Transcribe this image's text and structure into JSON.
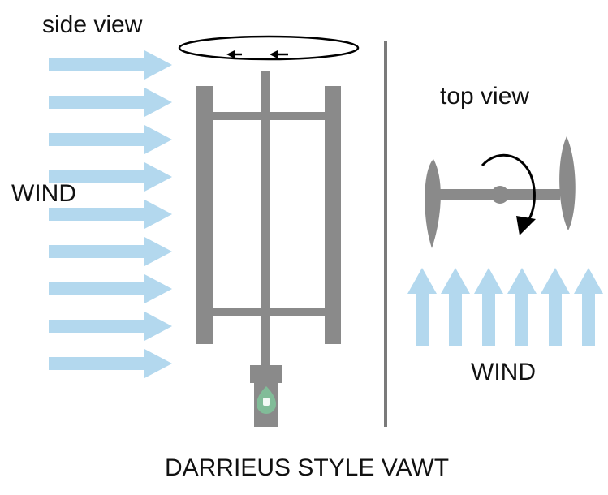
{
  "labels": {
    "side_view": "side view",
    "top_view": "top view",
    "wind_left": "WIND",
    "wind_right": "WIND",
    "caption": "DARRIEUS STYLE VAWT"
  },
  "colors": {
    "wind_arrow": "#b3d8ee",
    "structure": "#8a8a8a",
    "divider": "#7a7a7a",
    "rotation": "#000000",
    "generator_badge": "#7fc49a",
    "text": "#111111"
  },
  "icons": {
    "generator": "leaf-plug-icon",
    "rotation_side": "ellipse-rotation-arrow-icon",
    "rotation_top": "curved-rotation-arrow-icon"
  }
}
